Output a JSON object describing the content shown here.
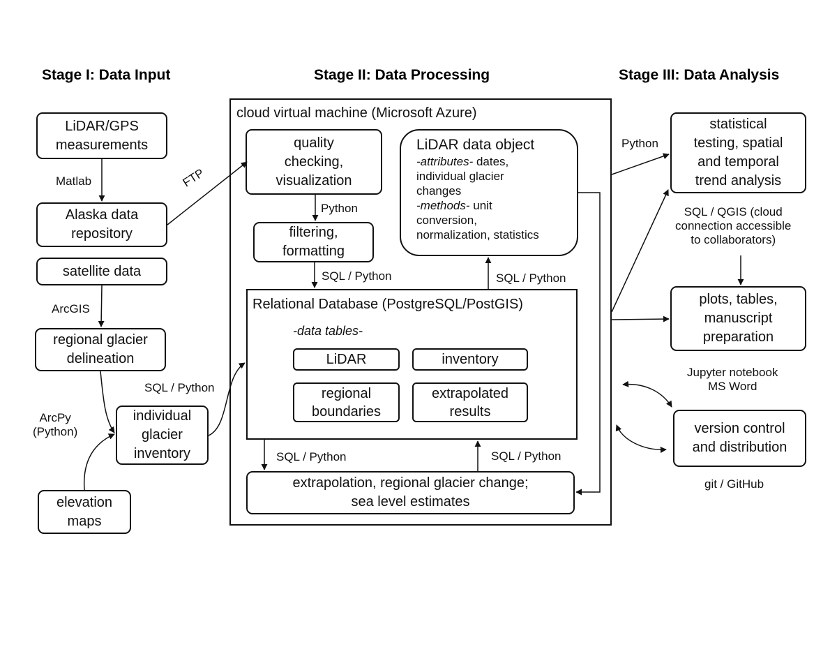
{
  "stages": {
    "input": "Stage I: Data Input",
    "processing": "Stage II: Data Processing",
    "analysis": "Stage III: Data Analysis"
  },
  "stage1": {
    "lidar_gps": [
      "LiDAR/GPS",
      "measurements"
    ],
    "alaska_repo": [
      "Alaska data",
      "repository"
    ],
    "satellite": "satellite data",
    "regional_delineation": [
      "regional glacier",
      "delineation"
    ],
    "individual_inventory": [
      "individual",
      "glacier",
      "inventory"
    ],
    "elevation_maps": [
      "elevation",
      "maps"
    ]
  },
  "stage2": {
    "container_title": "cloud virtual machine (Microsoft Azure)",
    "quality": [
      "quality",
      "checking,",
      "visualization"
    ],
    "filtering": [
      "filtering,",
      "formatting"
    ],
    "lidar_object": {
      "title": "LiDAR data object",
      "attr_tag": "-attributes-",
      "attr_line1_rest": " dates,",
      "attr_line2": "individual glacier",
      "attr_line3": "changes",
      "methods_tag": "-methods-",
      "methods_line1_rest": " unit",
      "methods_line2": "conversion,",
      "methods_line3": "normalization, statistics"
    },
    "database": {
      "title": "Relational Database (PostgreSQL/PostGIS)",
      "tables_caption": "-data tables-",
      "lidar": "LiDAR",
      "inventory": "inventory",
      "regional": [
        "regional",
        "boundaries"
      ],
      "extrapolated": [
        "extrapolated",
        "results"
      ]
    },
    "extrapolation": [
      "extrapolation, regional glacier change;",
      "sea level estimates"
    ]
  },
  "stage3": {
    "statistical": [
      "statistical",
      "testing, spatial",
      "and temporal",
      "trend analysis"
    ],
    "plots": [
      "plots, tables,",
      "manuscript",
      "preparation"
    ],
    "version": [
      "version control",
      "and distribution"
    ]
  },
  "labels": {
    "matlab": "Matlab",
    "arcgis": "ArcGIS",
    "arcpy": [
      "ArcPy",
      "(Python)"
    ],
    "ftp": "FTP",
    "sql_python_stage1": "SQL / Python",
    "python_quality": "Python",
    "sql_python_filter": "SQL / Python",
    "sql_python_object": "SQL / Python",
    "sql_python_down": "SQL / Python",
    "sql_python_up": "SQL / Python",
    "python_stats": "Python",
    "sql_qgis": [
      "SQL / QGIS (cloud",
      "connection accessible",
      "to collaborators)"
    ],
    "jupyter": [
      "Jupyter notebook",
      "MS Word"
    ],
    "git": "git / GitHub"
  }
}
